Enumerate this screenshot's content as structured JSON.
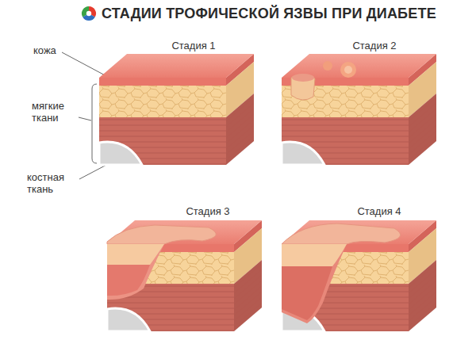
{
  "diagram": {
    "title": "СТАДИИ ТРОФИЧЕСКОЙ ЯЗВЫ ПРИ ДИАБЕТЕ",
    "labels": [
      "кожа",
      "мягкие ткани",
      "костная ткань",
      "Стадия 1",
      "Стадия 2",
      "Стадия 3",
      "Стадия 4"
    ]
  }
}
